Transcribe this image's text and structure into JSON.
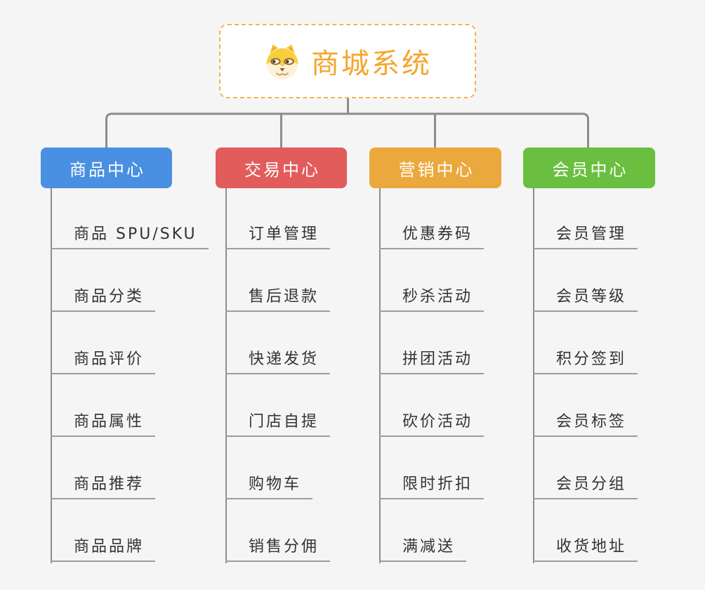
{
  "root": {
    "label": "商城系统",
    "icon": "dog-face-icon"
  },
  "branches": [
    {
      "label": "商品中心",
      "color": "#4A90E2",
      "children": [
        "商品 SPU/SKU",
        "商品分类",
        "商品评价",
        "商品属性",
        "商品推荐",
        "商品品牌"
      ]
    },
    {
      "label": "交易中心",
      "color": "#E25C5C",
      "children": [
        "订单管理",
        "售后退款",
        "快递发货",
        "门店自提",
        "购物车",
        "销售分佣"
      ]
    },
    {
      "label": "营销中心",
      "color": "#EBA83D",
      "children": [
        "优惠券码",
        "秒杀活动",
        "拼团活动",
        "砍价活动",
        "限时折扣",
        "满减送"
      ]
    },
    {
      "label": "会员中心",
      "color": "#6ABF40",
      "children": [
        "会员管理",
        "会员等级",
        "积分签到",
        "会员标签",
        "会员分组",
        "收货地址"
      ]
    }
  ],
  "colors": {
    "background": "#F5F5F5",
    "connector_line": "#8C8C8C",
    "leaf_underline": "#9D9D9D",
    "leaf_text": "#333333",
    "root_border": "#F2B455",
    "root_text": "#F5A62C"
  }
}
